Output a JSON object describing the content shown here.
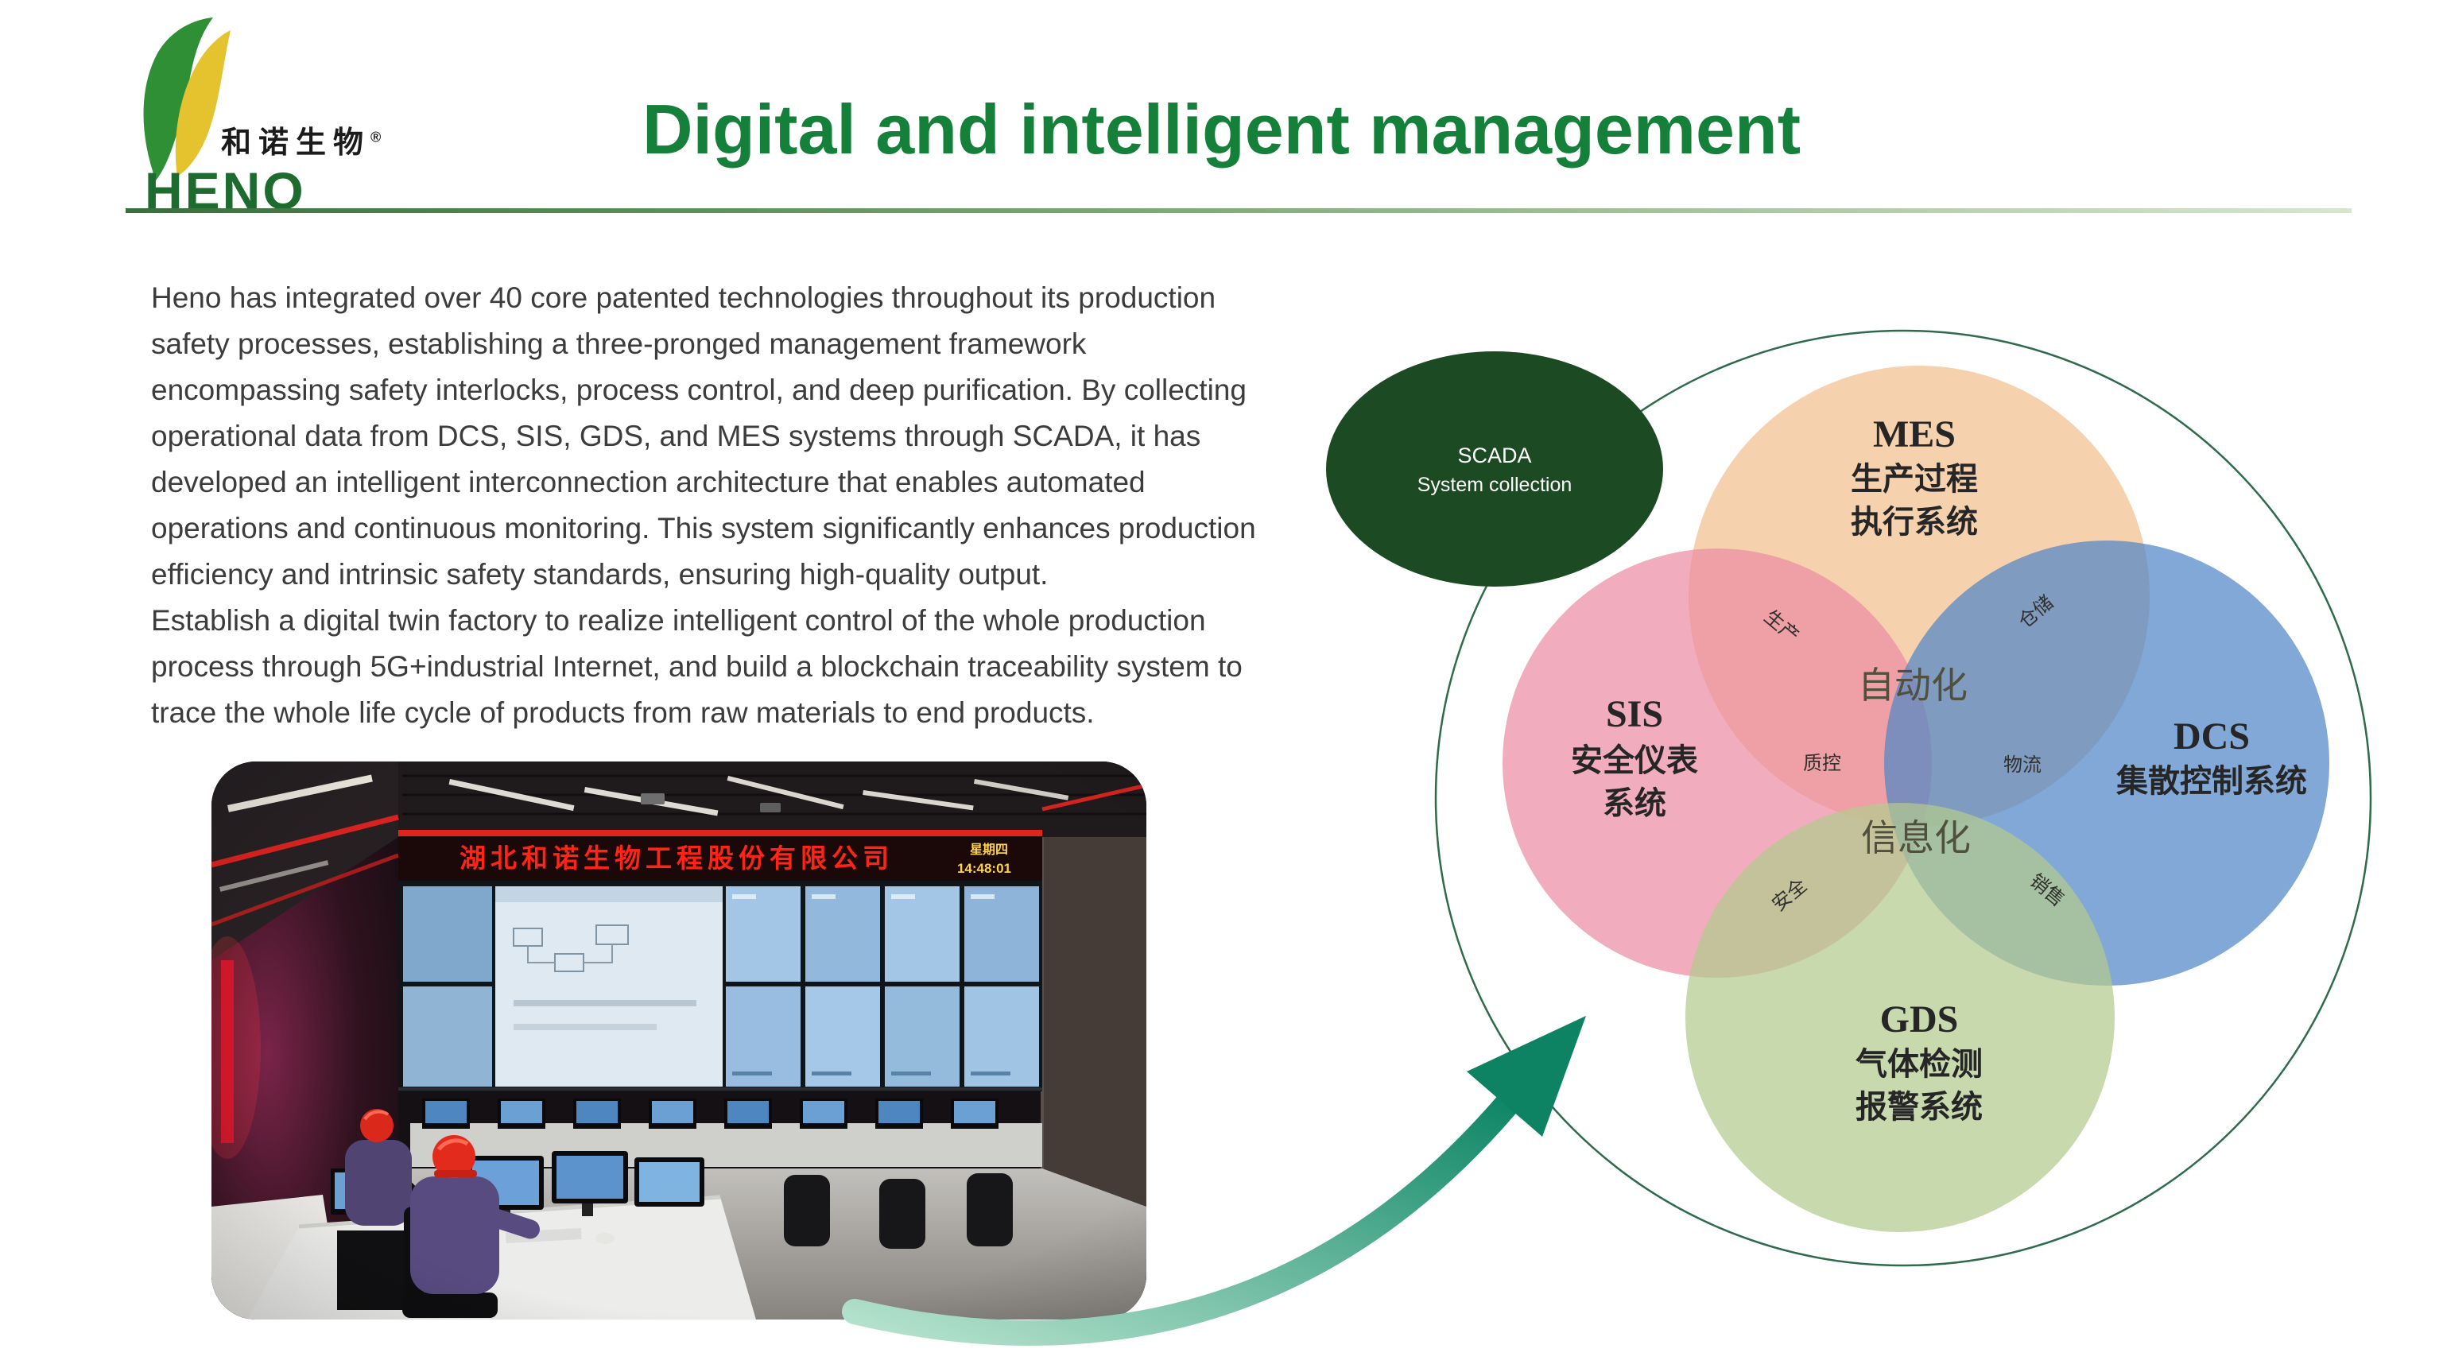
{
  "logo": {
    "brand_cn": "和诺生物",
    "reg_mark": "®",
    "brand_en": "HENO"
  },
  "header": {
    "title": "Digital and intelligent management",
    "accent_color": "#15803a"
  },
  "body": {
    "paragraph1": "Heno has integrated over 40 core patented technologies throughout its production safety processes, establishing a three-pronged management framework encompassing safety interlocks, process control, and deep purification. By collecting operational data from DCS, SIS, GDS, and MES systems through SCADA, it has developed an intelligent interconnection architecture that enables automated operations and continuous monitoring. This system significantly enhances production efficiency and intrinsic safety standards, ensuring high-quality output.",
    "paragraph2": "Establish a digital twin factory to realize intelligent control of the whole production process through 5G+industrial Internet, and build a blockchain traceability system to trace the whole life cycle of products from raw materials to end products."
  },
  "photo": {
    "banner_text": "湖北和诺生物工程股份有限公司",
    "weekday": "星期四",
    "time": "14:48:01"
  },
  "arrow": {
    "color_start": "#b7e3cf",
    "color_end": "#0f8766"
  },
  "diagram": {
    "ring_color": "#2e6b4a",
    "scada": {
      "title": "SCADA",
      "subtitle": "System collection",
      "fill": "#1c4a22",
      "text_color": "#ffffff"
    },
    "circles": {
      "mes": {
        "abbr": "MES",
        "line1": "生产过程",
        "line2": "执行系统",
        "fill": "#f2bf8e"
      },
      "sis": {
        "abbr": "SIS",
        "line1": "安全仪表",
        "line2": "系统",
        "fill": "#ec8ea4"
      },
      "dcs": {
        "abbr": "DCS",
        "line1": "集散控制系统",
        "fill": "#5187c6"
      },
      "gds": {
        "abbr": "GDS",
        "line1": "气体检测",
        "line2": "报警系统",
        "fill": "#b3cb8d"
      }
    },
    "center_labels": {
      "automation": "自动化",
      "informatization": "信息化"
    },
    "overlap_labels": {
      "production": "生产",
      "warehousing": "仓储",
      "quality_control": "质控",
      "logistics": "物流",
      "safety": "安全",
      "sales": "销售"
    }
  }
}
